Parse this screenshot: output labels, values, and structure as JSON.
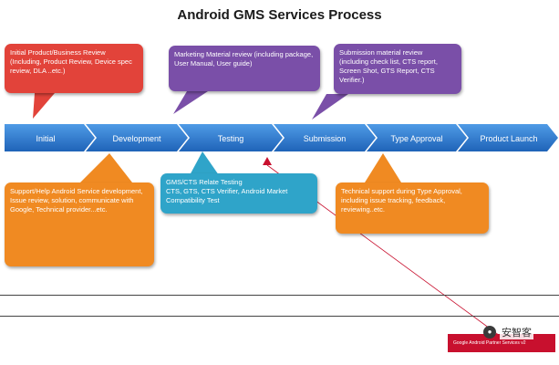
{
  "title": "Android GMS Services Process",
  "stages": [
    "Initial",
    "Development",
    "Testing",
    "Submission",
    "Type Approval",
    "Product Launch"
  ],
  "callouts": {
    "initial_review": "Initial Product/Business Review\n(Including, Product Review, Device spec review, DLA ..etc.)",
    "marketing_review": "Marketing Material review (including package, User Manual, User guide)",
    "submission_review": "Submission material review\n(including  check list, CTS report, Screen Shot, GTS Report, CTS Verifier.)",
    "gms_testing": "GMS/CTS Relate Testing\nCTS, GTS, CTS Verifier, Android Market Compatibility Test",
    "support_dev": "Support/Help Android Service development, Issue review, solution, communicate with Google, Technical provider...etc.",
    "tech_support": "Technical support during Type Approval,  including issue tracking, feedback, reviewing..etc."
  },
  "watermark": {
    "text": "安智客",
    "banner": "Google Android Partner Services v2"
  },
  "colors": {
    "arrow_blue": "#2b7ad1",
    "red": "#e2433a",
    "purple": "#7a4fa8",
    "orange": "#f08a22",
    "teal": "#2fa4c9"
  }
}
